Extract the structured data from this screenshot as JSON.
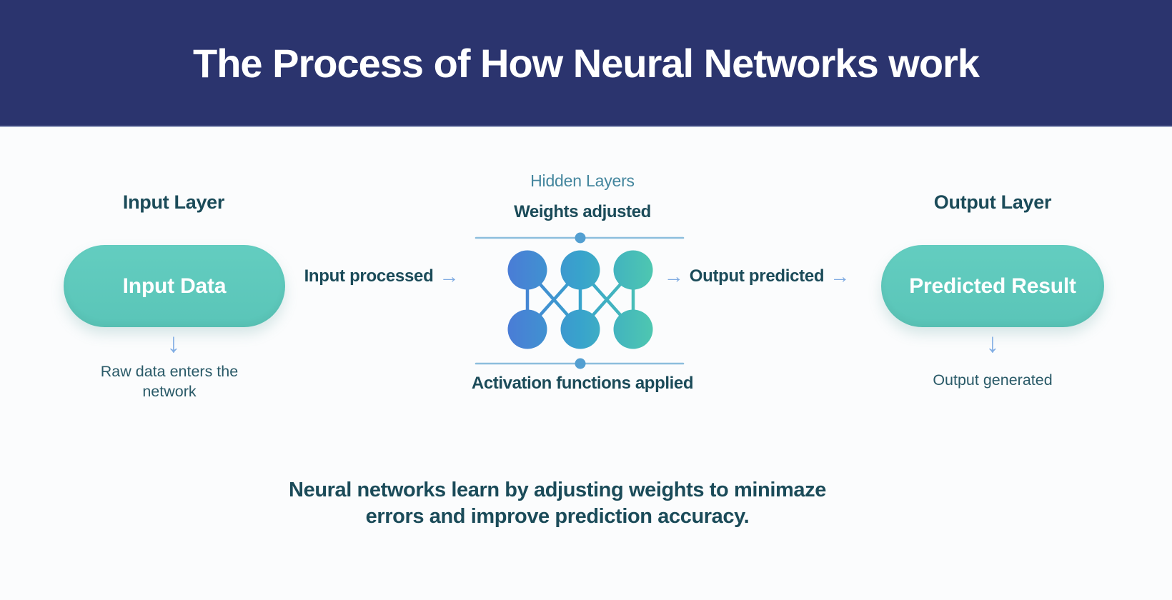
{
  "header": {
    "title": "The Process of How Neural Networks work"
  },
  "input_section": {
    "layer_label": "Input Layer",
    "pill_text": "Input Data",
    "caption": "Raw data enters the network"
  },
  "flow": {
    "input_processed": "Input processed",
    "output_predicted": "Output predicted"
  },
  "hidden_section": {
    "label": "Hidden Layers",
    "top_label": "Weights adjusted",
    "bottom_label": "Activation functions applied"
  },
  "output_section": {
    "layer_label": "Output Layer",
    "pill_text": "Predicted Result",
    "caption": "Output generated"
  },
  "footer": {
    "line1": "Neural networks learn by adjusting weights to minimaze",
    "line2": "errors and improve prediction accuracy."
  },
  "icons": {
    "down_arrow": "↓",
    "right_arrow": "→"
  },
  "colors": {
    "header_bg": "#2b346e",
    "pill_teal": "#5ec9bc",
    "dark_teal_text": "#1b4b59",
    "hidden_label_teal": "#44869e",
    "arrow_blue": "#7fabe2",
    "rail_blue": "#8cbedd",
    "dot_blue": "#539fd1",
    "node_gradient_start": "#4a7cd6",
    "node_gradient_mid": "#38a3cc",
    "node_gradient_end": "#4ec7b0"
  }
}
